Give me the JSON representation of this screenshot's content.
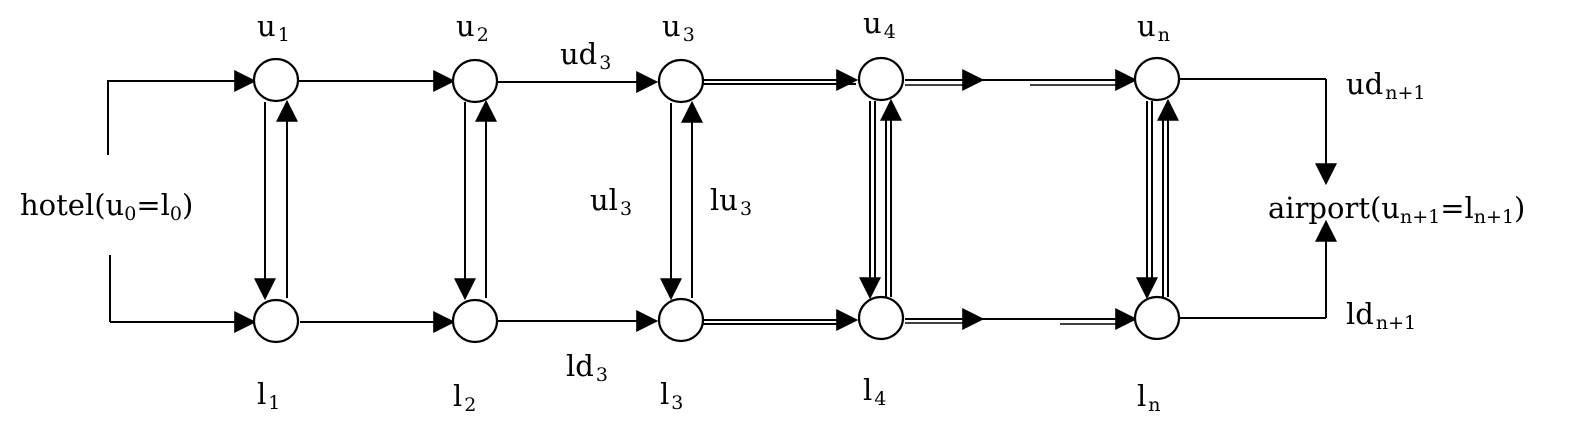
{
  "nodes": {
    "u1": {
      "base": "u",
      "sub": "1"
    },
    "u2": {
      "base": "u",
      "sub": "2"
    },
    "u3": {
      "base": "u",
      "sub": "3"
    },
    "u4": {
      "base": "u",
      "sub": "4"
    },
    "un": {
      "base": "u",
      "sub": "n"
    },
    "l1": {
      "base": "l",
      "sub": "1"
    },
    "l2": {
      "base": "l",
      "sub": "2"
    },
    "l3": {
      "base": "l",
      "sub": "3"
    },
    "l4": {
      "base": "l",
      "sub": "4"
    },
    "ln": {
      "base": "l",
      "sub": "n"
    }
  },
  "edges": {
    "ud3": {
      "base": "ud",
      "sub": "3"
    },
    "ld3": {
      "base": "ld",
      "sub": "3"
    },
    "ul3": {
      "base": "ul",
      "sub": "3"
    },
    "lu3": {
      "base": "lu",
      "sub": "3"
    },
    "udn1": {
      "base": "ud",
      "sub": "n+1"
    },
    "ldn1": {
      "base": "ld",
      "sub": "n+1"
    }
  },
  "hotel": {
    "pre": "hotel(u",
    "sub1": "0",
    "mid": "=l",
    "sub2": "0",
    "post": ")"
  },
  "airport": {
    "pre": "airport(u",
    "sub1": "n+1",
    "mid": "=l",
    "sub2": "n+1",
    "post": ")"
  }
}
